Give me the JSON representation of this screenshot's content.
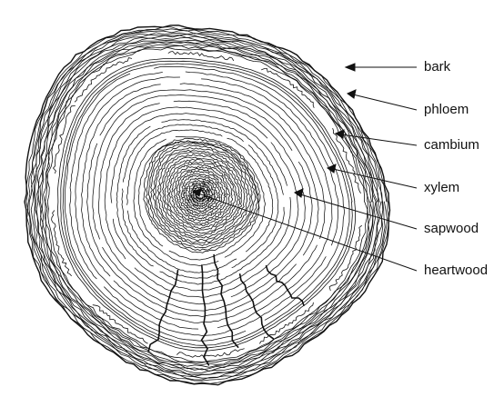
{
  "diagram": {
    "labels": [
      {
        "id": "bark",
        "text": "bark"
      },
      {
        "id": "phloem",
        "text": "phloem"
      },
      {
        "id": "cambium",
        "text": "cambium"
      },
      {
        "id": "xylem",
        "text": "xylem"
      },
      {
        "id": "sapwood",
        "text": "sapwood"
      },
      {
        "id": "heartwood",
        "text": "heartwood"
      }
    ]
  },
  "colors": {
    "ink": "#111111",
    "background": "#ffffff"
  }
}
